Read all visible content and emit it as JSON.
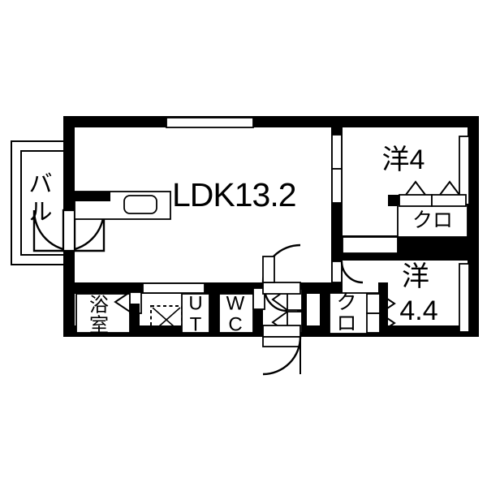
{
  "plan": {
    "title": "間取図",
    "background_color": "#ffffff",
    "wall_color": "#000000",
    "line_color": "#000000",
    "rooms": [
      {
        "id": "ldk",
        "label": "LDK13.2",
        "size": "13.2",
        "type": "living-dining-kitchen"
      },
      {
        "id": "washitsu",
        "label": "洋4",
        "size": "4",
        "type": "western-room"
      },
      {
        "id": "bedroom2",
        "label": "洋",
        "size": "4.4",
        "type": "western-room"
      },
      {
        "id": "balcony",
        "label": "バル",
        "type": "balcony"
      },
      {
        "id": "bath",
        "label": "浴室",
        "type": "bathroom"
      },
      {
        "id": "utility",
        "label": "UT",
        "type": "utility"
      },
      {
        "id": "toilet",
        "label": "WC",
        "type": "toilet"
      },
      {
        "id": "closet1",
        "label": "クロ",
        "type": "closet"
      },
      {
        "id": "closet2",
        "label": "クロ",
        "type": "closet"
      }
    ],
    "room_labels": {
      "ldk": "LDK13.2",
      "balcony_line1": "バ",
      "balcony_line2": "ル",
      "bedroom1": "洋4",
      "bedroom2_line1": "洋",
      "bedroom2_line2": "4.4",
      "bath_line1": "浴",
      "bath_line2": "室",
      "utility_line1": "U",
      "utility_line2": "T",
      "toilet_line1": "W",
      "toilet_line2": "C",
      "closet_top": "クロ",
      "closet_bottom_line1": "ク",
      "closet_bottom_line2": "ロ"
    },
    "features": {
      "kitchen_sink": "sink",
      "washer_space": "washing-machine-space",
      "entrance_door": "entrance-door",
      "balcony_door": "balcony-sliding-door",
      "windows_count": 4
    }
  }
}
